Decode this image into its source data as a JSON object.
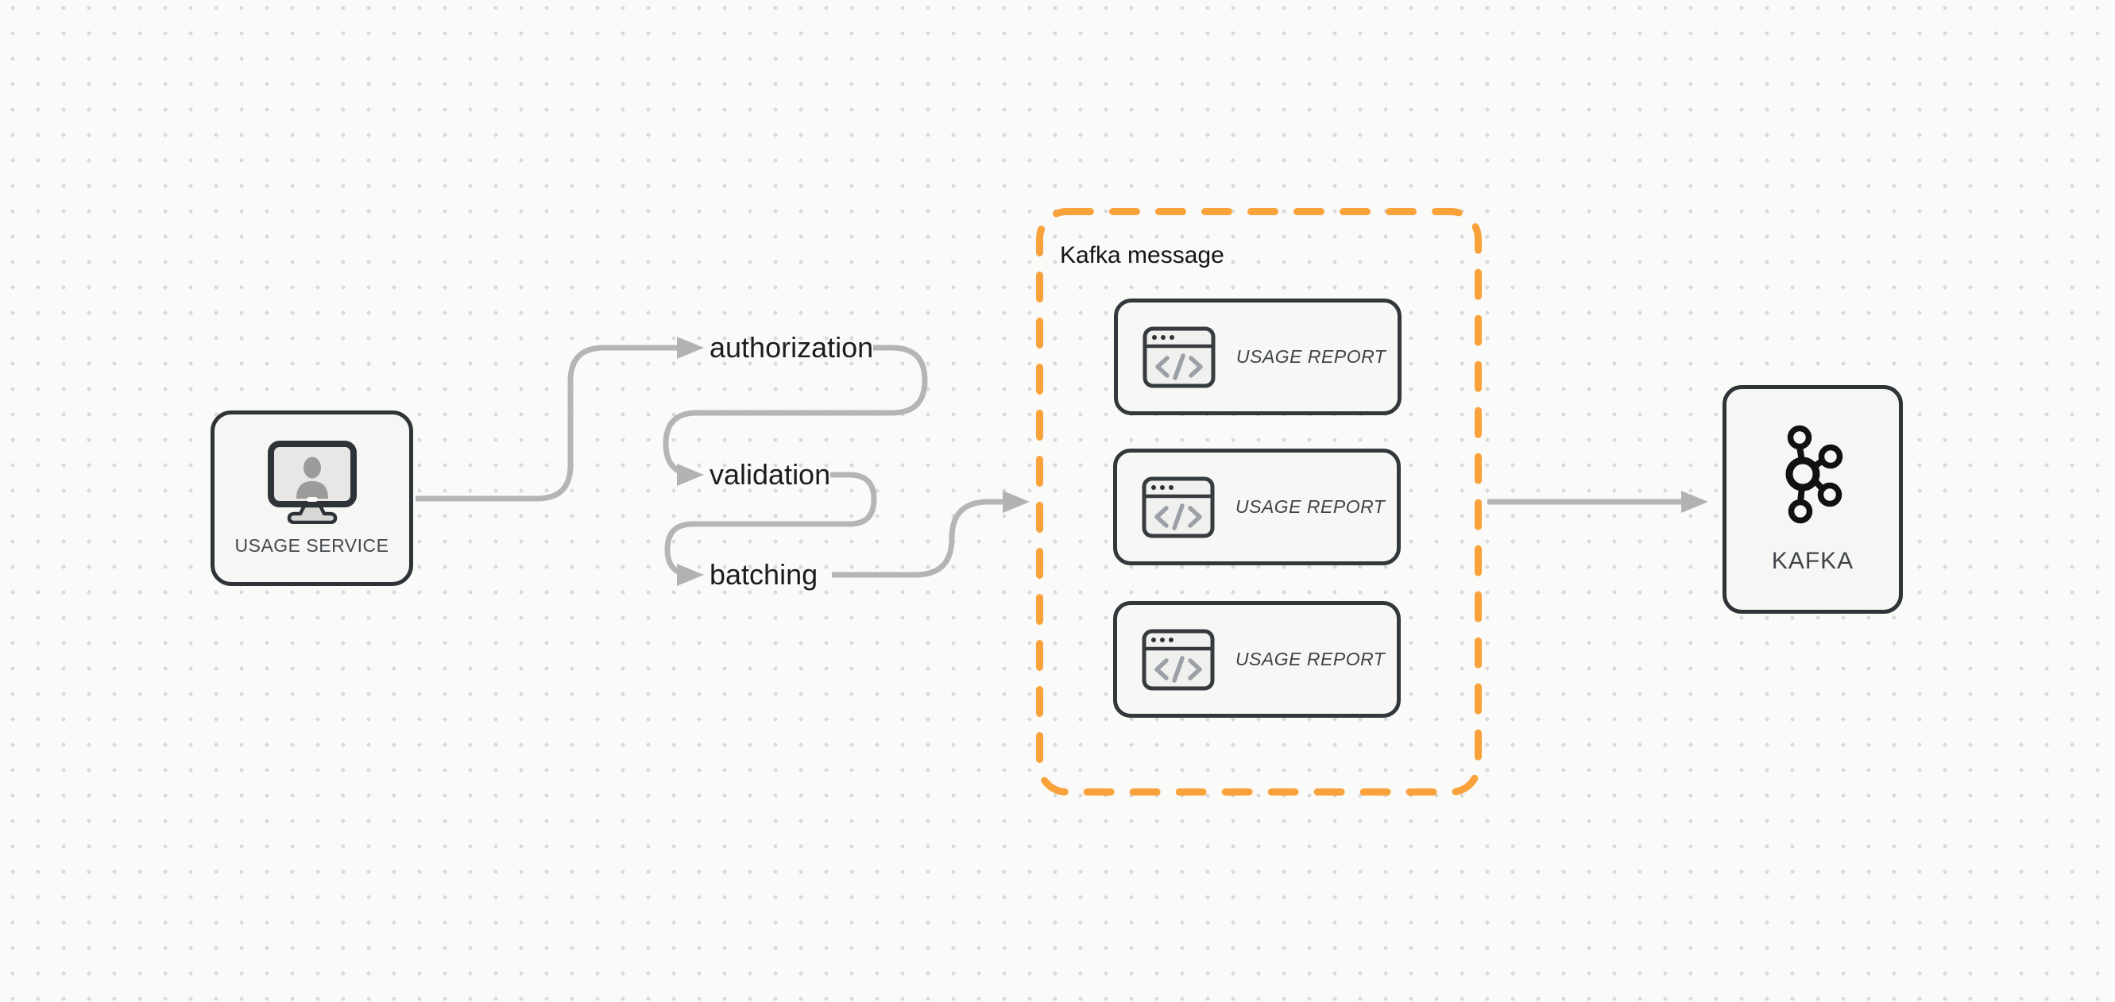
{
  "diagram": {
    "source_node": {
      "label": "USAGE SERVICE"
    },
    "flow_steps": [
      {
        "label": "authorization"
      },
      {
        "label": "validation"
      },
      {
        "label": "batching"
      }
    ],
    "message_group": {
      "title": "Kafka message",
      "cards": [
        {
          "label": "USAGE REPORT"
        },
        {
          "label": "USAGE REPORT"
        },
        {
          "label": "USAGE REPORT"
        }
      ]
    },
    "target_node": {
      "label": "KAFKA"
    }
  },
  "colors": {
    "accent_orange": "#F9A23B",
    "connector_gray": "#B5B5B5",
    "node_border": "#2F3439",
    "node_fill": "#F6F6F4",
    "text_dark": "#1B1C1E",
    "text_muted": "#43484D",
    "background": "#FAFAF9",
    "dot_grid": "#D9D9D9"
  }
}
